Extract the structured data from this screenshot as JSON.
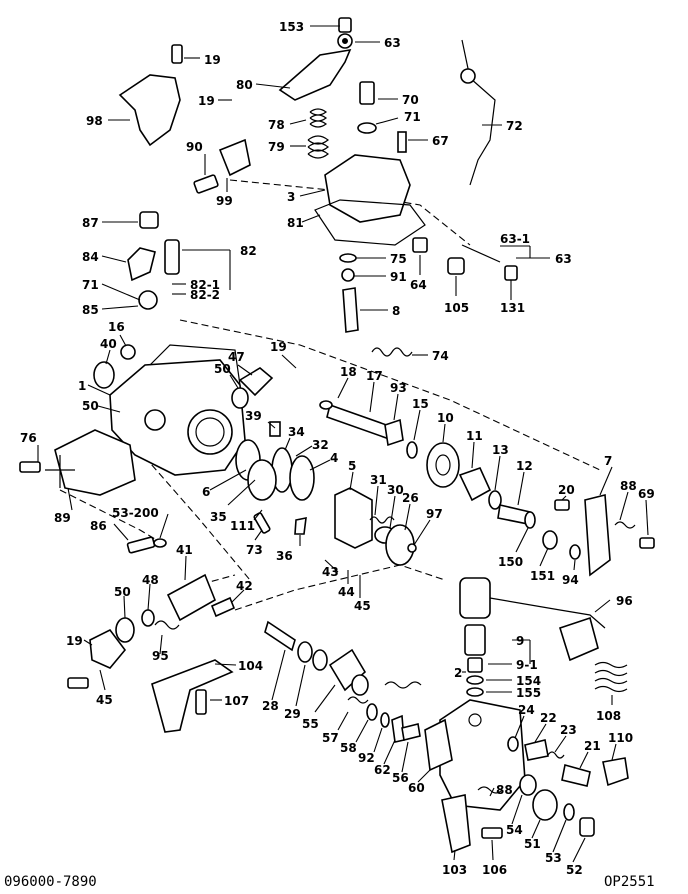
{
  "diagram": {
    "drawing_number": "096000-7890",
    "sheet_code": "OP2551",
    "callouts": [
      {
        "id": "c153",
        "text": "153"
      },
      {
        "id": "c63a",
        "text": "63"
      },
      {
        "id": "c19a",
        "text": "19"
      },
      {
        "id": "c80",
        "text": "80"
      },
      {
        "id": "c70",
        "text": "70"
      },
      {
        "id": "c98",
        "text": "98"
      },
      {
        "id": "c19b",
        "text": "19"
      },
      {
        "id": "c78",
        "text": "78"
      },
      {
        "id": "c71a",
        "text": "71"
      },
      {
        "id": "c72",
        "text": "72"
      },
      {
        "id": "c90",
        "text": "90"
      },
      {
        "id": "c79",
        "text": "79"
      },
      {
        "id": "c67",
        "text": "67"
      },
      {
        "id": "c3",
        "text": "3"
      },
      {
        "id": "c99",
        "text": "99"
      },
      {
        "id": "c81",
        "text": "81"
      },
      {
        "id": "c87",
        "text": "87"
      },
      {
        "id": "c82",
        "text": "82"
      },
      {
        "id": "c631",
        "text": "63-1"
      },
      {
        "id": "c63b",
        "text": "63"
      },
      {
        "id": "c84",
        "text": "84"
      },
      {
        "id": "c75",
        "text": "75"
      },
      {
        "id": "c821",
        "text": "82-1"
      },
      {
        "id": "c822",
        "text": "82-2"
      },
      {
        "id": "c71b",
        "text": "71"
      },
      {
        "id": "c91",
        "text": "91"
      },
      {
        "id": "c64",
        "text": "64"
      },
      {
        "id": "c105",
        "text": "105"
      },
      {
        "id": "c131",
        "text": "131"
      },
      {
        "id": "c85",
        "text": "85"
      },
      {
        "id": "c8",
        "text": "8"
      },
      {
        "id": "c16",
        "text": "16"
      },
      {
        "id": "c40",
        "text": "40"
      },
      {
        "id": "c74",
        "text": "74"
      },
      {
        "id": "c47",
        "text": "47"
      },
      {
        "id": "c19c",
        "text": "19"
      },
      {
        "id": "c1",
        "text": "1"
      },
      {
        "id": "c50a",
        "text": "50"
      },
      {
        "id": "c18",
        "text": "18"
      },
      {
        "id": "c17",
        "text": "17"
      },
      {
        "id": "c93",
        "text": "93"
      },
      {
        "id": "c50b",
        "text": "50"
      },
      {
        "id": "c15",
        "text": "15"
      },
      {
        "id": "c10",
        "text": "10"
      },
      {
        "id": "c39",
        "text": "39"
      },
      {
        "id": "c34",
        "text": "34"
      },
      {
        "id": "c11",
        "text": "11"
      },
      {
        "id": "c32",
        "text": "32"
      },
      {
        "id": "c13",
        "text": "13"
      },
      {
        "id": "c76",
        "text": "76"
      },
      {
        "id": "c4",
        "text": "4"
      },
      {
        "id": "c7",
        "text": "7"
      },
      {
        "id": "c12",
        "text": "12"
      },
      {
        "id": "c5",
        "text": "5"
      },
      {
        "id": "c31",
        "text": "31"
      },
      {
        "id": "c6",
        "text": "6"
      },
      {
        "id": "c88a",
        "text": "88"
      },
      {
        "id": "c69",
        "text": "69"
      },
      {
        "id": "c20",
        "text": "20"
      },
      {
        "id": "c30",
        "text": "30"
      },
      {
        "id": "c89",
        "text": "89"
      },
      {
        "id": "c35",
        "text": "35"
      },
      {
        "id": "c26",
        "text": "26"
      },
      {
        "id": "c97",
        "text": "97"
      },
      {
        "id": "c53200",
        "text": "53-200"
      },
      {
        "id": "c111",
        "text": "111"
      },
      {
        "id": "c86",
        "text": "86"
      },
      {
        "id": "c73",
        "text": "73"
      },
      {
        "id": "c36",
        "text": "36"
      },
      {
        "id": "c150",
        "text": "150"
      },
      {
        "id": "c151",
        "text": "151"
      },
      {
        "id": "c94",
        "text": "94"
      },
      {
        "id": "c41",
        "text": "41"
      },
      {
        "id": "c43",
        "text": "43"
      },
      {
        "id": "c48",
        "text": "48"
      },
      {
        "id": "c44",
        "text": "44"
      },
      {
        "id": "c50c",
        "text": "50"
      },
      {
        "id": "c42",
        "text": "42"
      },
      {
        "id": "c45a",
        "text": "45"
      },
      {
        "id": "c96",
        "text": "96"
      },
      {
        "id": "c9",
        "text": "9"
      },
      {
        "id": "c19d",
        "text": "19"
      },
      {
        "id": "c95",
        "text": "95"
      },
      {
        "id": "c91b",
        "text": "9-1"
      },
      {
        "id": "c104",
        "text": "104"
      },
      {
        "id": "c2",
        "text": "2"
      },
      {
        "id": "c154",
        "text": "154"
      },
      {
        "id": "c108",
        "text": "108"
      },
      {
        "id": "c45b",
        "text": "45"
      },
      {
        "id": "c107",
        "text": "107"
      },
      {
        "id": "c155",
        "text": "155"
      },
      {
        "id": "c28",
        "text": "28"
      },
      {
        "id": "c29",
        "text": "29"
      },
      {
        "id": "c55",
        "text": "55"
      },
      {
        "id": "c24",
        "text": "24"
      },
      {
        "id": "c22",
        "text": "22"
      },
      {
        "id": "c57",
        "text": "57"
      },
      {
        "id": "c58",
        "text": "58"
      },
      {
        "id": "c92",
        "text": "92"
      },
      {
        "id": "c62",
        "text": "62"
      },
      {
        "id": "c23",
        "text": "23"
      },
      {
        "id": "c110",
        "text": "110"
      },
      {
        "id": "c21",
        "text": "21"
      },
      {
        "id": "c56",
        "text": "56"
      },
      {
        "id": "c60",
        "text": "60"
      },
      {
        "id": "c88b",
        "text": "88"
      },
      {
        "id": "c54",
        "text": "54"
      },
      {
        "id": "c51",
        "text": "51"
      },
      {
        "id": "c53",
        "text": "53"
      },
      {
        "id": "c52",
        "text": "52"
      },
      {
        "id": "c103",
        "text": "103"
      },
      {
        "id": "c106",
        "text": "106"
      }
    ]
  }
}
